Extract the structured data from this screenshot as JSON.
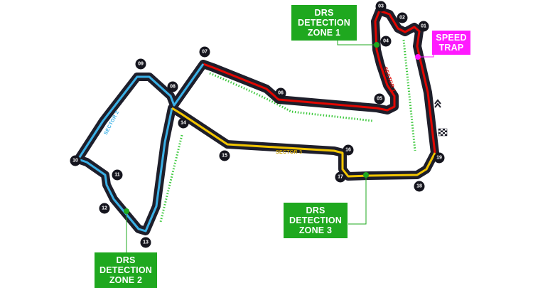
{
  "drs_zones": [
    {
      "line1": "DRS",
      "line2": "DETECTION",
      "line3": "ZONE 1"
    },
    {
      "line1": "DRS",
      "line2": "DETECTION",
      "line3": "ZONE 2"
    },
    {
      "line1": "DRS",
      "line2": "DETECTION",
      "line3": "ZONE 3"
    }
  ],
  "speed_trap": {
    "line1": "SPEED",
    "line2": "TRAP"
  },
  "sectors": [
    {
      "label": "SECTOR 1",
      "color": "#e10600"
    },
    {
      "label": "SECTOR 2",
      "color": "#3ab0e6"
    },
    {
      "label": "SECTOR 3",
      "color": "#f2c500"
    }
  ],
  "turns": [
    "01",
    "02",
    "03",
    "04",
    "05",
    "06",
    "07",
    "08",
    "09",
    "10",
    "11",
    "12",
    "13",
    "14",
    "15",
    "16",
    "17",
    "18",
    "19"
  ],
  "colors": {
    "track": "#1e1e2a",
    "drs": "#1fa81f",
    "speed_trap": "#ff1aff",
    "turn_badge": "#15151e"
  },
  "icons": [
    "chevron-up-icon",
    "checkered-flag-icon"
  ]
}
